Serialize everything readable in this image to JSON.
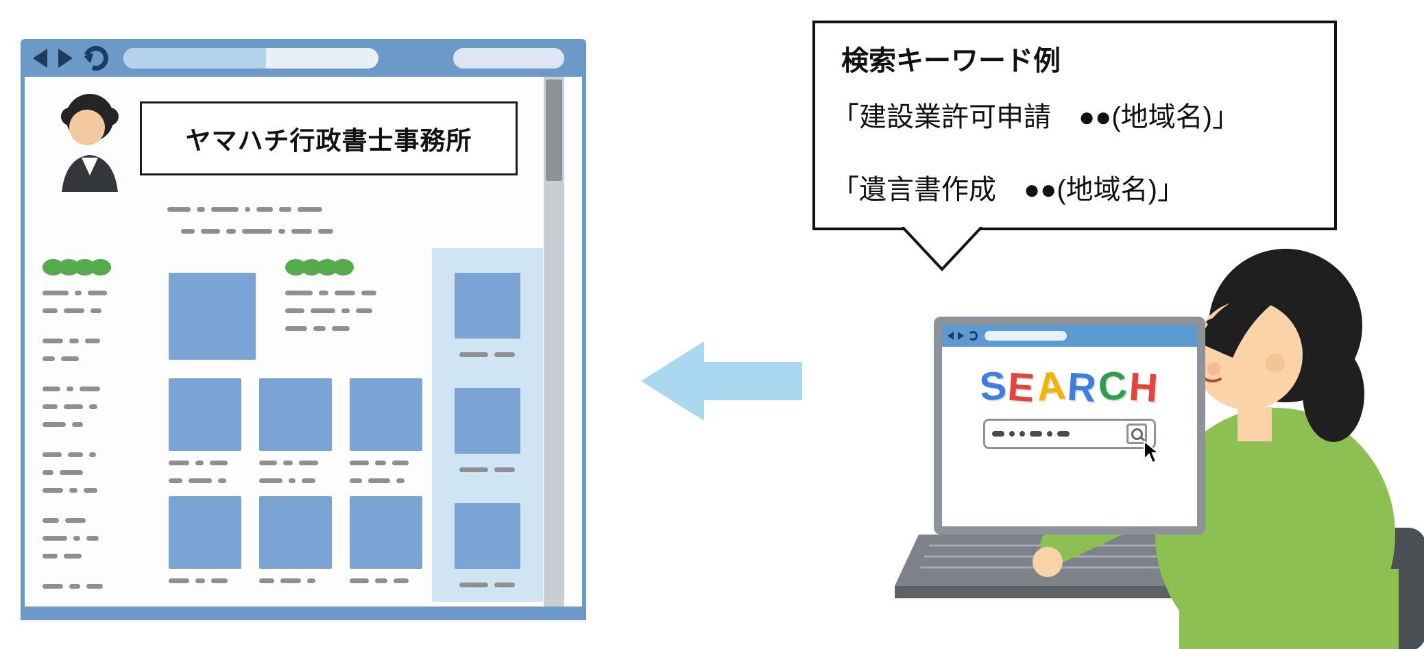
{
  "window": {
    "site_title": "ヤマハチ行政書士事務所"
  },
  "bubble": {
    "title": "検索キーワード例",
    "lines": [
      "「建設業許可申請　●●(地域名)」",
      "「遺言書作成　●●(地域名)」"
    ]
  },
  "laptop": {
    "logo_letters": [
      {
        "ch": "S",
        "color": "#3f7de0"
      },
      {
        "ch": "E",
        "color": "#e2453c"
      },
      {
        "ch": "A",
        "color": "#f2b400"
      },
      {
        "ch": "R",
        "color": "#3f7de0"
      },
      {
        "ch": "C",
        "color": "#2f9e4f"
      },
      {
        "ch": "H",
        "color": "#e2453c"
      }
    ]
  },
  "colors": {
    "browser_frame": "#6b9ac8",
    "arrow": "#a9d9ef",
    "content_block": "#7ba4d4",
    "sidebar_bg": "#cfe5f3",
    "green_dot": "#55ab4a",
    "shirt_green": "#8cc152",
    "laptop_gray": "#8e9399"
  }
}
